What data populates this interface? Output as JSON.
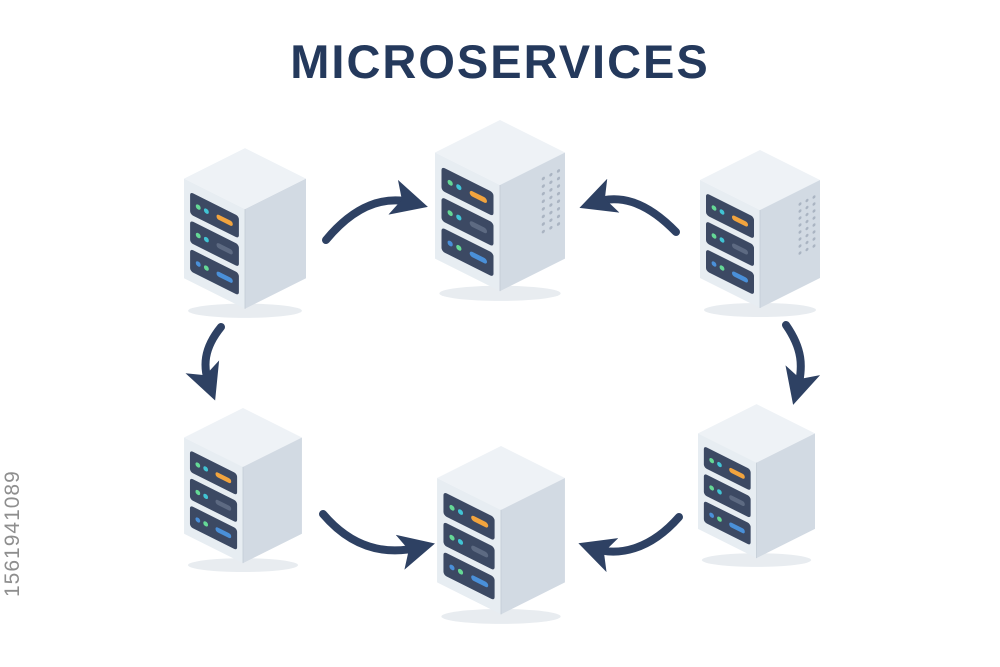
{
  "title": "MICROSERVICES",
  "watermark": "1561941089",
  "colors": {
    "title": "#24395c",
    "arrow": "#2e4163",
    "server_top_face": "#eef2f6",
    "server_left_face": "#e7edf2",
    "server_right_face": "#d2dae3",
    "server_panel": "#3c4963",
    "accent_orange": "#f2a43e",
    "accent_green": "#65d996",
    "accent_teal": "#41c4d4",
    "accent_blue": "#4a90d9",
    "accent_gray": "#5d6a82"
  },
  "diagram": {
    "type": "cycle",
    "nodes": [
      {
        "id": "server-top-left",
        "icon": "server-icon"
      },
      {
        "id": "server-top-center",
        "icon": "server-icon"
      },
      {
        "id": "server-top-right",
        "icon": "server-icon"
      },
      {
        "id": "server-bottom-left",
        "icon": "server-icon"
      },
      {
        "id": "server-bottom-center",
        "icon": "server-icon"
      },
      {
        "id": "server-bottom-right",
        "icon": "server-icon"
      }
    ],
    "connections": [
      {
        "from": "server-top-left",
        "to": "server-top-center"
      },
      {
        "from": "server-top-right",
        "to": "server-top-center"
      },
      {
        "from": "server-top-left",
        "to": "server-bottom-left"
      },
      {
        "from": "server-top-right",
        "to": "server-bottom-right"
      },
      {
        "from": "server-bottom-left",
        "to": "server-bottom-center"
      },
      {
        "from": "server-bottom-right",
        "to": "server-bottom-center"
      }
    ]
  }
}
